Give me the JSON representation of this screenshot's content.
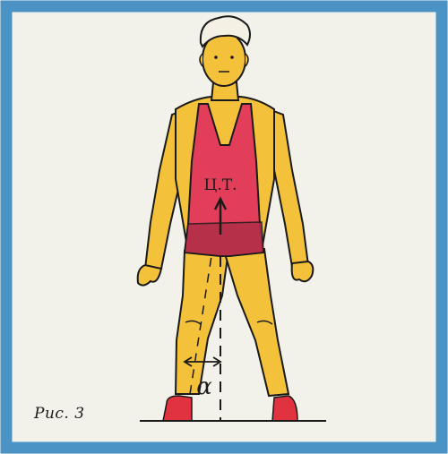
{
  "figure": {
    "caption": "Рис. 3",
    "center_label": "Ц.Т.",
    "angle_label": "α"
  },
  "colors": {
    "frame_blue": "#4b93c4",
    "paper": "#f2f1ea",
    "skin": "#f4c23a",
    "suit": "#e23e5a",
    "suit_dark": "#b02e47",
    "shoe": "#e0323f",
    "ink": "#1a1a1a"
  }
}
